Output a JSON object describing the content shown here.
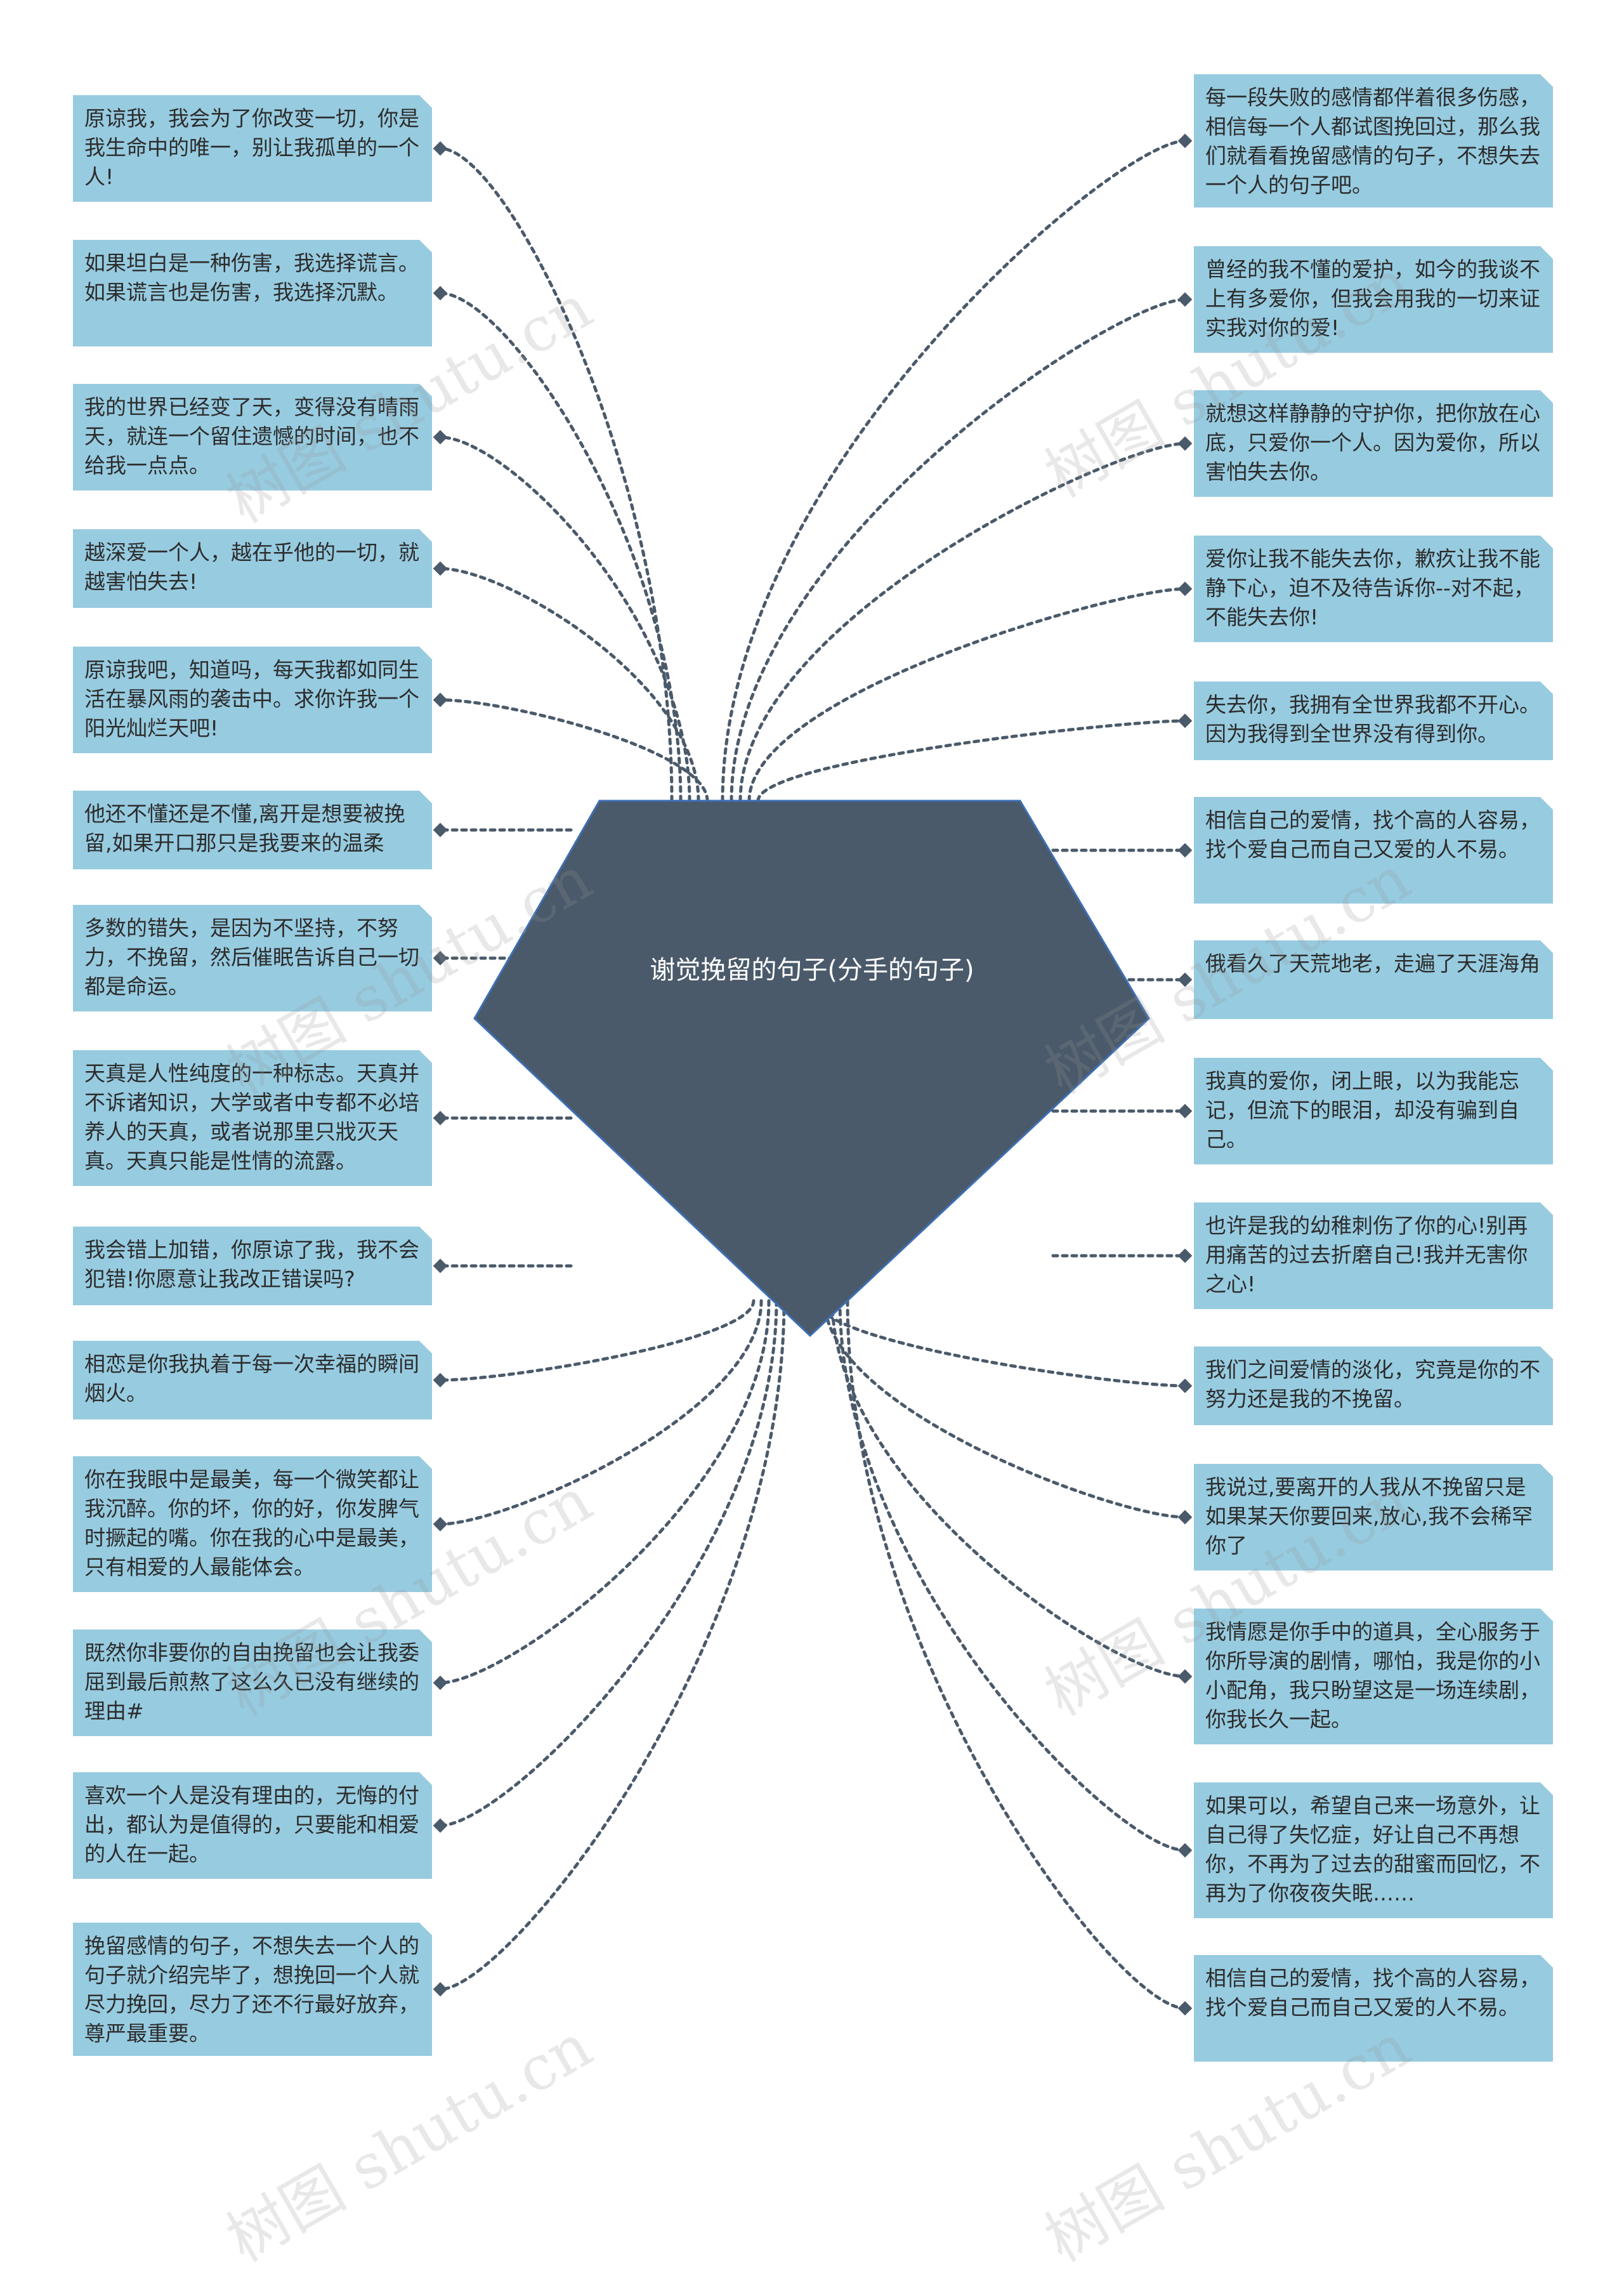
{
  "center": {
    "text": "谢觉挽留的句子(分手的句子)"
  },
  "left_nodes": [
    "原谅我，我会为了你改变一切，你是我生命中的唯一，别让我孤单的一个人!",
    "如果坦白是一种伤害，我选择谎言。如果谎言也是伤害，我选择沉默。",
    "我的世界已经变了天，变得没有晴雨天，就连一个留住遗憾的时间，也不给我一点点。",
    "越深爱一个人，越在乎他的一切，就越害怕失去!",
    "原谅我吧，知道吗，每天我都如同生活在暴风雨的袭击中。求你许我一个阳光灿烂天吧!",
    "他还不懂还是不懂,离开是想要被挽留,如果开口那只是我要来的温柔",
    "多数的错失，是因为不坚持，不努力，不挽留，然后催眠告诉自己一切都是命运。",
    "天真是人性纯度的一种标志。天真并不诉诸知识，大学或者中专都不必培养人的天真，或者说那里只戕灭天真。天真只能是性情的流露。",
    "我会错上加错，你原谅了我，我不会犯错!你愿意让我改正错误吗?",
    "相恋是你我执着于每一次幸福的瞬间烟火。",
    "你在我眼中是最美，每一个微笑都让我沉醉。你的坏，你的好，你发脾气时撅起的嘴。你在我的心中是最美，只有相爱的人最能体会。",
    "既然你非要你的自由挽留也会让我委屈到最后煎熬了这么久已没有继续的理由#",
    "喜欢一个人是没有理由的，无悔的付出，都认为是值得的，只要能和相爱的人在一起。",
    "挽留感情的句子，不想失去一个人的句子就介绍完毕了，想挽回一个人就尽力挽回，尽力了还不行最好放弃，尊严最重要。"
  ],
  "right_nodes": [
    "每一段失败的感情都伴着很多伤感，相信每一个人都试图挽回过，那么我们就看看挽留感情的句子，不想失去一个人的句子吧。",
    "曾经的我不懂的爱护，如今的我谈不上有多爱你，但我会用我的一切来证实我对你的爱!",
    "就想这样静静的守护你，把你放在心底，只爱你一个人。因为爱你，所以害怕失去你。",
    "爱你让我不能失去你，歉疚让我不能静下心，迫不及待告诉你--对不起，不能失去你!",
    "失去你，我拥有全世界我都不开心。因为我得到全世界没有得到你。",
    "相信自己的爱情，找个高的人容易，找个爱自己而自己又爱的人不易。",
    "俄看久了天荒地老，走遍了天涯海角",
    "我真的爱你，闭上眼，以为我能忘记，但流下的眼泪，却没有骗到自己。",
    "也许是我的幼稚刺伤了你的心!别再用痛苦的过去折磨自己!我并无害你之心!",
    "我们之间爱情的淡化，究竟是你的不努力还是我的不挽留。",
    "我说过,要离开的人我从不挽留只是如果某天你要回来,放心,我不会稀罕你了",
    "我情愿是你手中的道具，全心服务于你所导演的剧情，哪怕，我是你的小小配角，我只盼望这是一场连续剧，你我长久一起。",
    "如果可以，希望自己来一场意外，让自己得了失忆症，好让自己不再想你，不再为了过去的甜蜜而回忆，不再为了你夜夜失眠……",
    "相信自己的爱情，找个高的人容易，找个爱自己而自己又爱的人不易。"
  ],
  "watermark": "树图 shutu.cn",
  "colors": {
    "node_fill": "#97cbe0",
    "center_fill": "#4a5a6a",
    "center_stroke": "#3d6fb5",
    "connector": "#4a5a6a",
    "text": "#2c2c2c",
    "center_text": "#ffffff"
  }
}
